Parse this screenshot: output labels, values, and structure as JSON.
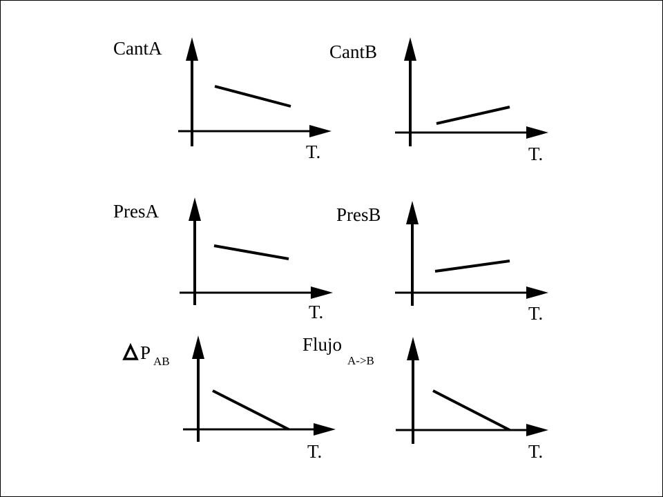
{
  "line_color": "#000000",
  "background": "#ffffff",
  "plots": [
    {
      "id": "cant-a",
      "y_label": "CantA",
      "x_label": "T.",
      "trend": "decreasing"
    },
    {
      "id": "cant-b",
      "y_label": "CantB",
      "x_label": "T.",
      "trend": "increasing"
    },
    {
      "id": "pres-a",
      "y_label": "PresA",
      "x_label": "T.",
      "trend": "decreasing"
    },
    {
      "id": "pres-b",
      "y_label": "PresB",
      "x_label": "T.",
      "trend": "increasing"
    },
    {
      "id": "delta-p-ab",
      "y_label_symbol": "ΔP",
      "y_label_sub": "AB",
      "x_label": "T.",
      "trend": "decreasing to zero"
    },
    {
      "id": "flujo-a-b",
      "y_label_main": "Flujo",
      "y_label_sub": "A->B",
      "x_label": "T.",
      "trend": "decreasing to zero"
    }
  ]
}
